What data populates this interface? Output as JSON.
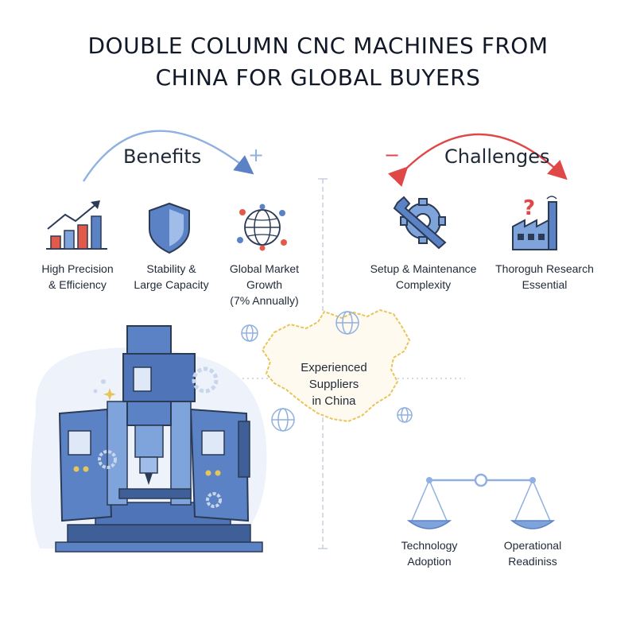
{
  "title": {
    "line1": "DOUBLE COLUMN CNC MACHINES FROM",
    "line2": "CHINA FOR GLOBAL BUYERS"
  },
  "benefits": {
    "heading": "Benefits",
    "sign": "+",
    "items": [
      {
        "icon": "bar-chart-growth-icon",
        "line1": "High Precision",
        "line2": "& Efficiency",
        "line3": ""
      },
      {
        "icon": "shield-icon",
        "line1": "Stability &",
        "line2": "Large Capacity",
        "line3": ""
      },
      {
        "icon": "globe-network-icon",
        "line1": "Global Market",
        "line2": "Growth",
        "line3": "(7% Annually)"
      }
    ]
  },
  "challenges": {
    "heading": "Challenges",
    "sign": "−",
    "items": [
      {
        "icon": "wrench-gear-icon",
        "line1": "Setup & Maintenance",
        "line2": "Complexity"
      },
      {
        "icon": "factory-question-icon",
        "line1": "Thoroguh Research",
        "line2": "Essential"
      }
    ]
  },
  "center": {
    "line1": "Experienced",
    "line2": "Suppliers",
    "line3": "in China"
  },
  "balance": {
    "left": {
      "line1": "Technology",
      "line2": "Adoption"
    },
    "right": {
      "line1": "Operational",
      "line2": "Readiniss"
    }
  },
  "colors": {
    "blue": "#4f74b8",
    "light_blue": "#8fb0e0",
    "red": "#e04848",
    "map_outline": "#e8c55a",
    "divider": "#b9c4d6"
  }
}
